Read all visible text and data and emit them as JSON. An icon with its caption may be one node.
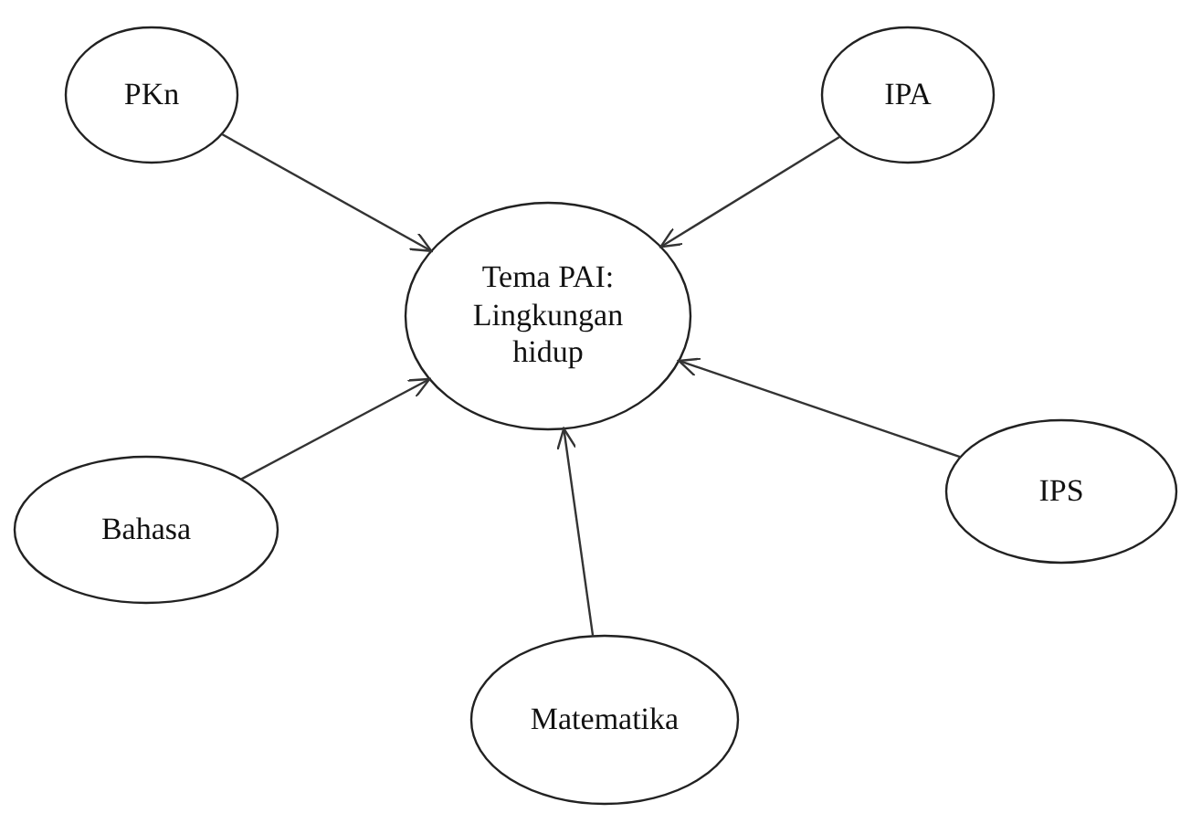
{
  "diagram": {
    "nodes": [
      {
        "text": [
          "PKn"
        ]
      },
      {
        "text": [
          "IPA"
        ]
      },
      {
        "text": [
          "Tema PAI: Lingkungan hidup"
        ]
      },
      {
        "text": [
          "Bahasa"
        ]
      },
      {
        "text": [
          "IPS"
        ]
      },
      {
        "text": [
          "Matematika"
        ]
      }
    ],
    "edges": [
      {
        "from": 0,
        "to": 2,
        "arrow": "to"
      },
      {
        "from": 1,
        "to": 2,
        "arrow": "to"
      },
      {
        "from": 3,
        "to": 2,
        "arrow": "to"
      },
      {
        "from": 4,
        "to": 2,
        "arrow": "to"
      },
      {
        "from": 5,
        "to": 2,
        "arrow": "to"
      }
    ]
  }
}
